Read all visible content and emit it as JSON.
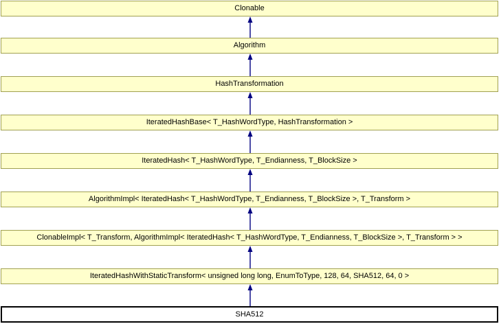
{
  "diagram": {
    "type": "class-inheritance-graph",
    "current_class": "SHA512",
    "nodes": [
      {
        "label": "Clonable"
      },
      {
        "label": "Algorithm"
      },
      {
        "label": "HashTransformation"
      },
      {
        "label": "IteratedHashBase< T_HashWordType, HashTransformation >"
      },
      {
        "label": "IteratedHash< T_HashWordType, T_Endianness, T_BlockSize >"
      },
      {
        "label": "AlgorithmImpl< IteratedHash< T_HashWordType, T_Endianness, T_BlockSize >, T_Transform >"
      },
      {
        "label": "ClonableImpl< T_Transform, AlgorithmImpl< IteratedHash< T_HashWordType, T_Endianness, T_BlockSize >, T_Transform > >"
      },
      {
        "label": "IteratedHashWithStaticTransform< unsigned long long, EnumToType, 128, 64, SHA512, 64, 0 >"
      },
      {
        "label": "SHA512"
      }
    ],
    "edges": "each lower node inherits from the node directly above (arrows point upward to the base class)"
  },
  "colors": {
    "node-fill": "#ffffcc",
    "node-border": "#a0a050",
    "current-fill": "#ffffff",
    "current-border": "#000000",
    "arrow": "#000080",
    "text-color": "#000000"
  }
}
